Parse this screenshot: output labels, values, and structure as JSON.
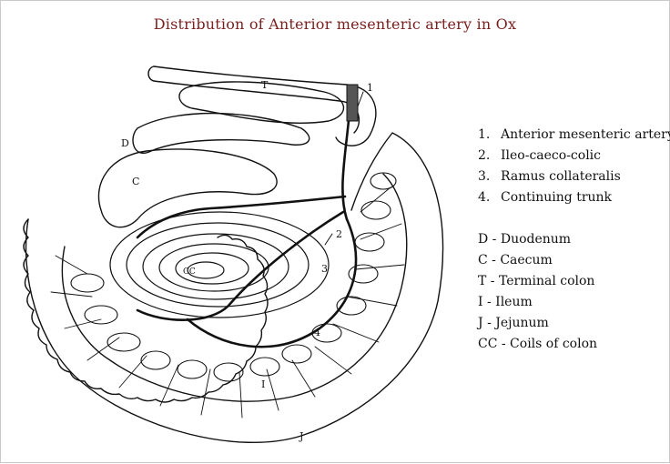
{
  "title": "Distribution of Anterior mesenteric artery in Ox",
  "numbered_legend": [
    {
      "num": "1.",
      "text": "Anterior mesenteric artery"
    },
    {
      "num": "2.",
      "text": "Ileo-caeco-colic"
    },
    {
      "num": "3.",
      "text": "Ramus collateralis"
    },
    {
      "num": "4.",
      "text": "Continuing trunk"
    }
  ],
  "letter_legend": [
    "D - Duodenum",
    "C - Caecum",
    "T - Terminal colon",
    "I - Ileum",
    "J - Jejunum",
    "CC - Coils of colon"
  ],
  "drawing_labels": {
    "n1": "1",
    "n2": "2",
    "n3": "3",
    "n4": "4",
    "D": "D",
    "C": "C",
    "T": "T",
    "I": "I",
    "J": "J",
    "CC": "CC"
  }
}
